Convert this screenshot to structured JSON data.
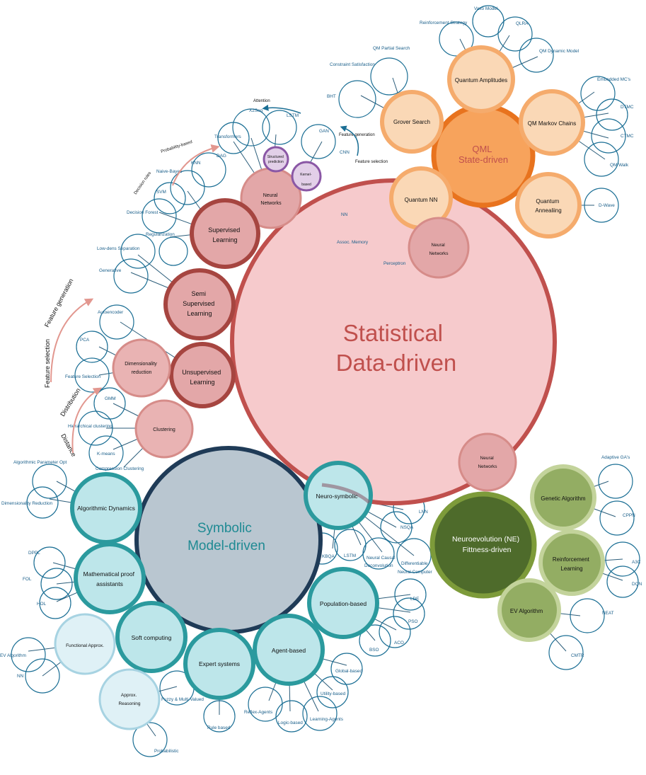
{
  "core": {
    "statistical": [
      "Statistical",
      "Data-driven"
    ],
    "symbolic": [
      "Symbolic",
      "Model-driven"
    ],
    "qml": [
      "QML",
      "State-driven"
    ],
    "neuroevolution": [
      "Neuroevolution (NE)",
      "Fittness-driven"
    ]
  },
  "statistical": {
    "supervised": [
      "Supervised",
      "Learning"
    ],
    "semi": [
      "Semi",
      "Supervised",
      "Learning"
    ],
    "unsupervised": [
      "Unsupervised",
      "Learning"
    ],
    "neural_networks": [
      "Neural",
      "Networks"
    ],
    "structured_prediction": [
      "Structured",
      "prediction"
    ],
    "kernel_based": [
      "Kernel-",
      "based"
    ],
    "dimensionality_reduction": [
      "Dimensionality",
      "reduction"
    ],
    "clustering": "Clustering",
    "leaves": {
      "attention": "Attention",
      "x2seq": "X2Seq",
      "lstm": "LSTM",
      "transformers": "Transformers",
      "gan": "GAN",
      "cnn": "CNN",
      "feature_generation": "Feature generation",
      "feature_selection": "Feature selection",
      "probability_based": "Probability-based",
      "decision_rules": "Decision rules",
      "dag": "DAG",
      "knn": "KNN",
      "naive_bayes": "Naive-Bayes",
      "svm": "SVM",
      "decision_forest": "Decision Forest",
      "regularization": "Regularization",
      "low_dens_separation": "Low-dens Separation",
      "generative": "Generative",
      "autoencoder": "Autoencoder",
      "pca": "PCA",
      "feature_selection_leaf": "Feature Selection",
      "gmm": "GMM",
      "hierarchical_clustering": "Hierarchical clustering",
      "k_means": "K-means",
      "compression_clustering": "Compression Clustering"
    },
    "side_labels": {
      "feature_generation": "Feature generation",
      "feature_selection": "Feature selection",
      "distribution": "Distribution",
      "distance": "Distance"
    }
  },
  "qml": {
    "quantum_amplitudes": "Quantum Amplitudes",
    "grover_search": "Grover Search",
    "qm_markov_chains": "QM Markov Chains",
    "quantum_nn": "Quantum NN",
    "quantum_annealing": [
      "Quantum",
      "Annealiing"
    ],
    "neural_networks": [
      "Neural",
      "Networks"
    ],
    "leaves": {
      "vaxo_model": "Vaxo Model",
      "reinforcement_strategy": "Reinforcement Strategy",
      "qlra": "QLRA",
      "qm_dynamic_model": "QM Dynamic Model",
      "qm_partial_search": "QM Partial Search",
      "constraint_satisfaction": "Constraint Satisfaction",
      "bht": "BHT",
      "embedded_mcs": "Embedded MC's",
      "dtmc": "DTMC",
      "ctmc": "CTMC",
      "qm_walk": "QM Walk",
      "d_wave": "D-Wave",
      "nn": "NN",
      "assoc_memory": "Assoc. Memory",
      "perceptron": "Perceptron"
    }
  },
  "neuroevolution": {
    "neural_networks": [
      "Neural",
      "Networks"
    ],
    "genetic_algorithm": "Genetic Algorithm",
    "reinforcement_learning": [
      "Reinforcement",
      "Learning"
    ],
    "ev_algorithm": "EV Algorithm",
    "leaves": {
      "adaptive_gas": "Adaptive GA's",
      "cppn": "CPPN",
      "a3c": "A3C",
      "dqn": "DQN",
      "neat": "NEAT",
      "cmtr": "CMTR"
    }
  },
  "symbolic": {
    "neuro_symbolic": "Neuro-symbolic",
    "algorithmic_dynamics": "Algorithmic Dynamics",
    "mathematical_proof": [
      "Mathematical proof",
      "assistants"
    ],
    "soft_computing": "Soft computing",
    "functional_approx": "Functional Approx.",
    "approx_reasoning": [
      "Approx.",
      "Reasoning"
    ],
    "expert_systems": "Expert systems",
    "agent_based": "Agent-based",
    "population_based": "Population-based",
    "leaves": {
      "algorithmic_parameter_opt": "Algorithmic Parameter Opt",
      "dimensionality_reduction": "Dimensionality Reduction",
      "dppl": "DPPL",
      "fol": "FOL",
      "hol": "HOL",
      "ev_algorithm": "EV Algorithm",
      "nn": "NN",
      "fuzzy_multivalued": "Fuzzy & Multi-Valued",
      "probabilistic": "Probabilistic",
      "rule_based": "Rule based",
      "reflex_agents": "Reflex-Agents",
      "logic_based": "Logic-based",
      "learning_agents": "Learning-Agents",
      "utility_based": "Utility-based",
      "global_based": "Global-based",
      "bso": "BSO",
      "aco": "ACO",
      "pso": "PSO",
      "lde": "LDE",
      "lnn": "LNN",
      "nsqa": "NSQA",
      "kbqa": "KBQA",
      "lstm": "LSTM",
      "neural_causal": [
        "Neural Causal",
        "Deconvolution"
      ],
      "differentiable": [
        "Differentiable",
        "Neural Computer"
      ]
    }
  },
  "colors": {
    "stat_fill": "#f6cacc",
    "stat_stroke": "#c0504d",
    "symb_fill": "#b9c6d0",
    "symb_stroke": "#1f3b57",
    "qml_fill": "#f7a35c",
    "qml_stroke": "#e8731e",
    "ne_fill": "#4e6b2b",
    "ne_stroke": "#7d9b3a",
    "leaf_stroke": "#1a6e94"
  }
}
